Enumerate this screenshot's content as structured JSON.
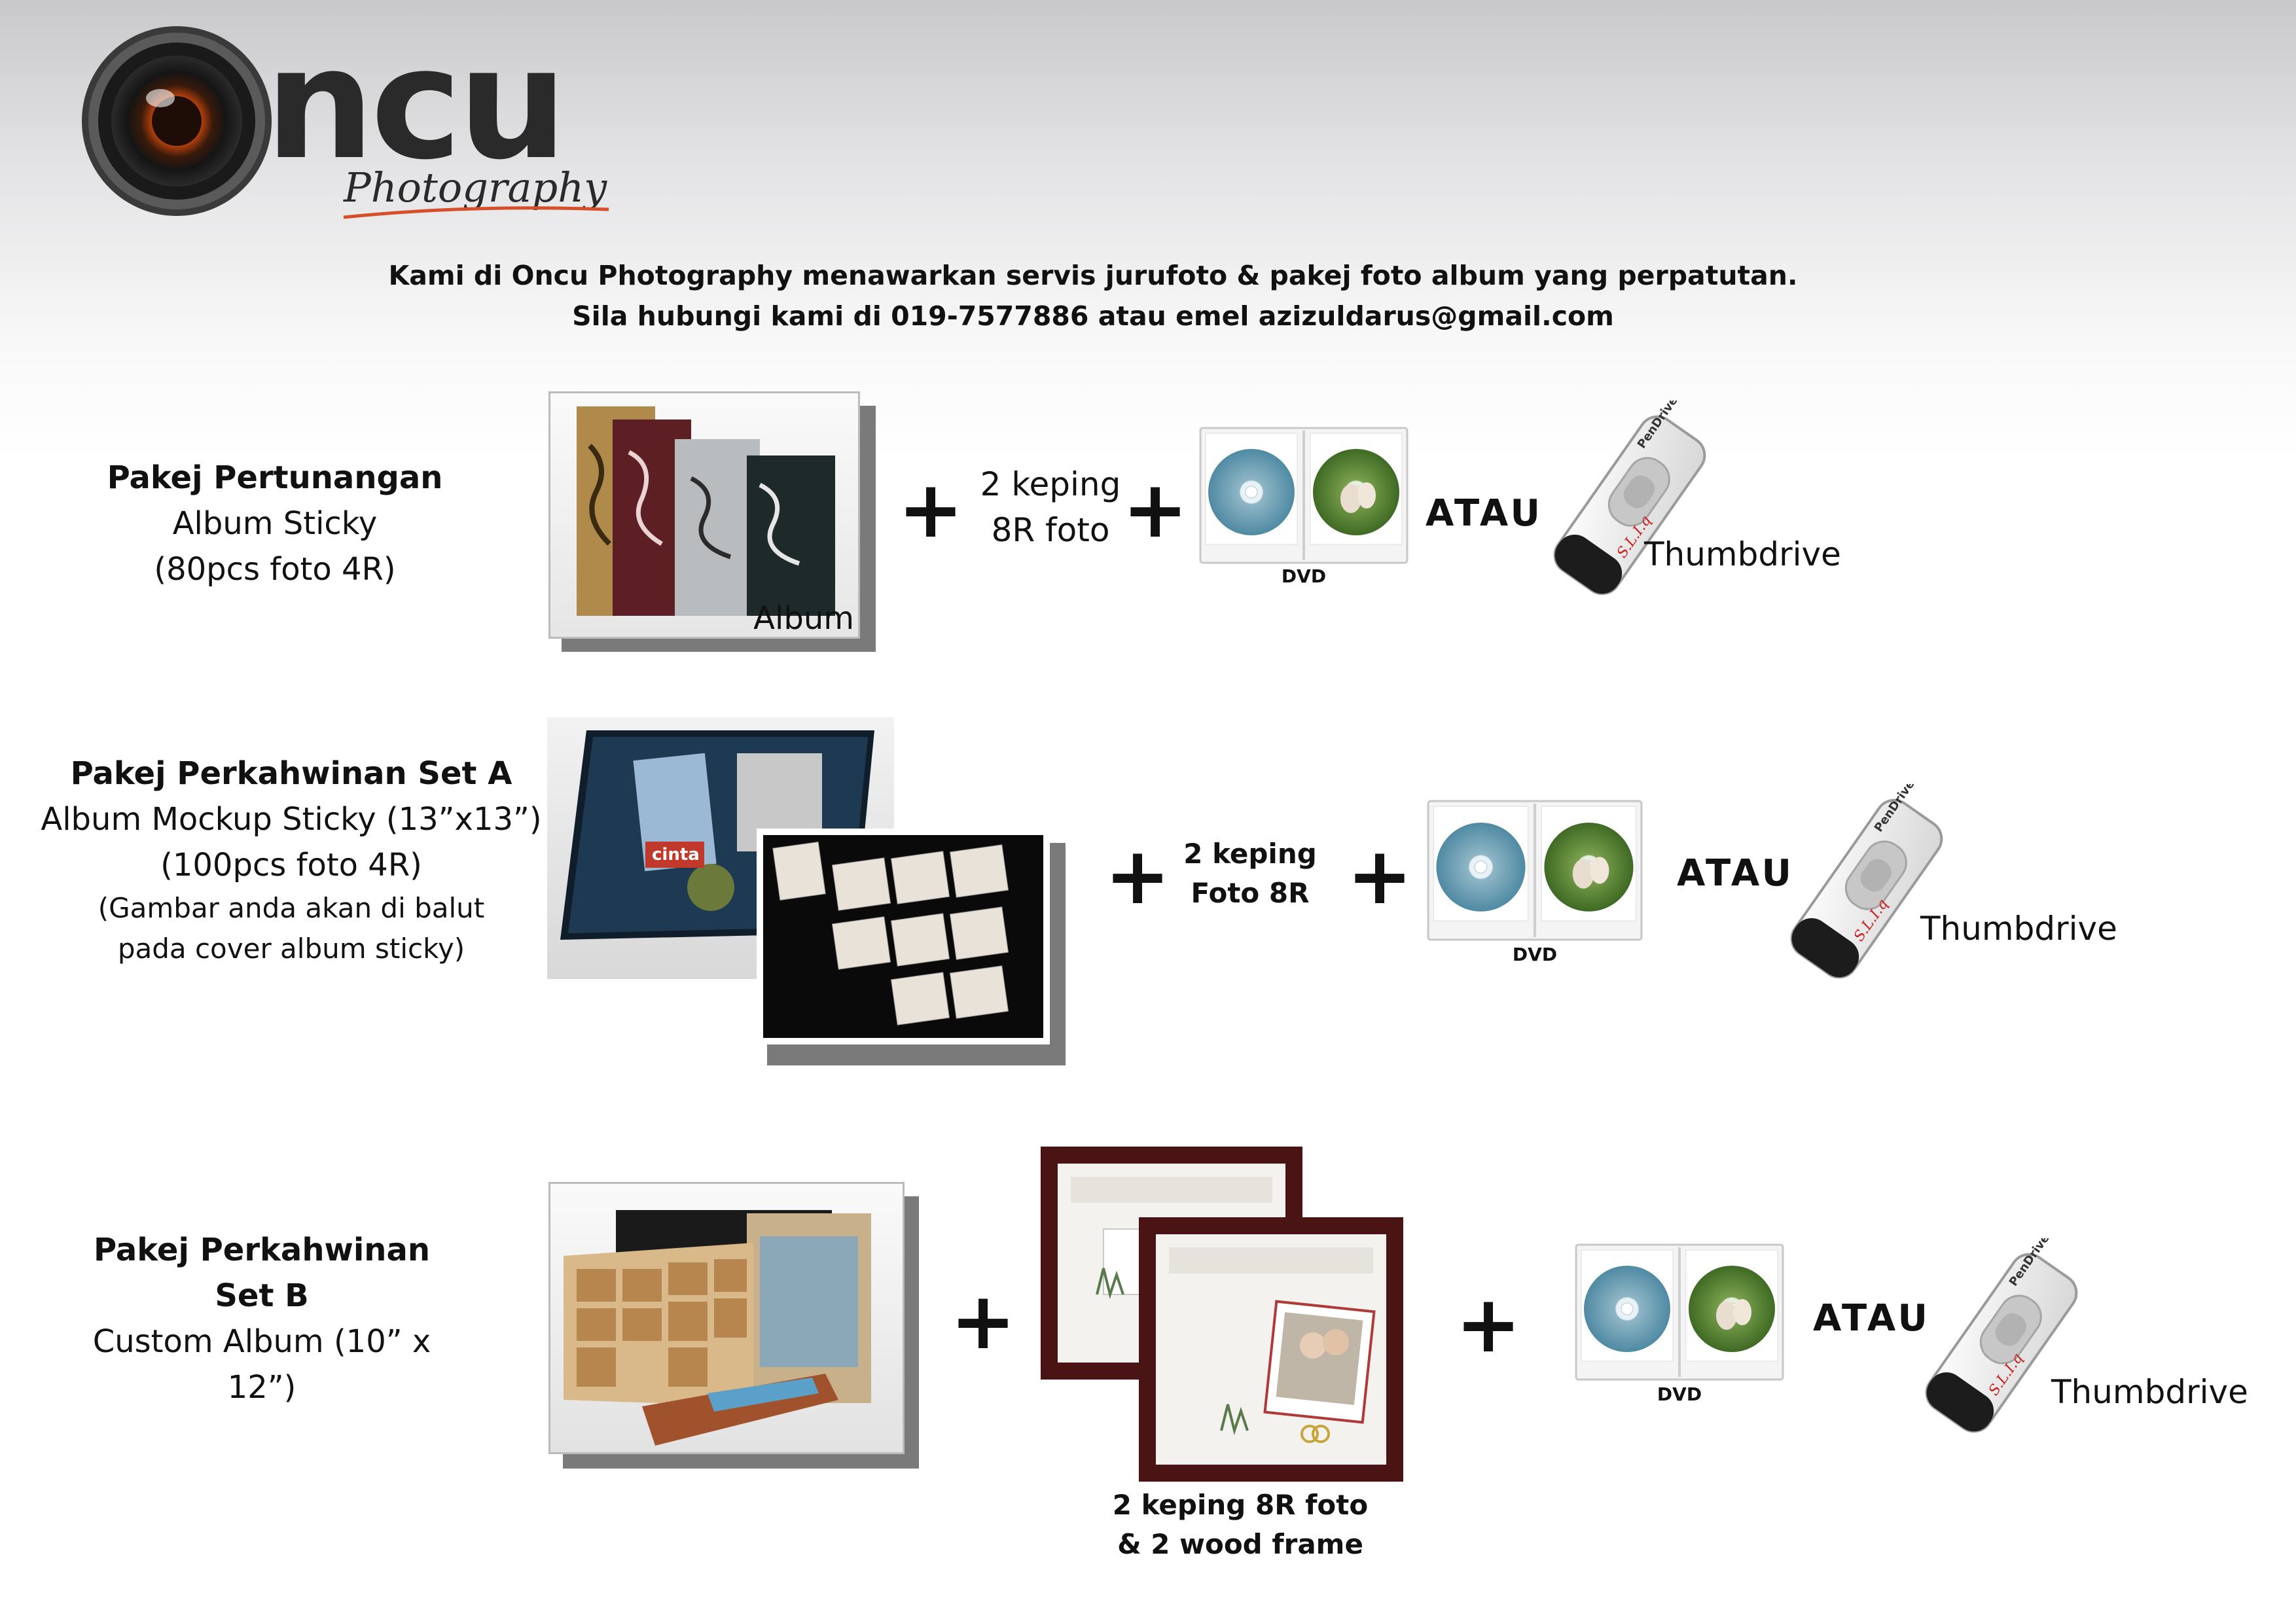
{
  "brand": {
    "name": "ncu",
    "tagline": "Photography",
    "accent": "#d5502a"
  },
  "intro": {
    "line1": "Kami di Oncu Photography menawarkan servis jurufoto & pakej foto album yang perpatutan.",
    "line2": "Sila hubungi kami di 019-7577886 atau emel azizuldarus@gmail.com"
  },
  "pkg1": {
    "title": "Pakej Pertunangan",
    "line2": "Album Sticky",
    "line3": "(80pcs foto 4R)",
    "album_label": "Album",
    "photos_line1": "2 keping",
    "photos_line2": "8R foto",
    "dvd_label": "DVD",
    "or_label": "ATAU",
    "thumb_label": "Thumbdrive"
  },
  "pkg2": {
    "title": "Pakej Perkahwinan Set A",
    "line2": "Album Mockup Sticky (13”x13”)",
    "line3": "(100pcs foto 4R)",
    "line4": "(Gambar anda akan di balut",
    "line5": "pada cover album sticky)",
    "cd_text": "cinta",
    "photos_line1": "2 keping",
    "photos_line2": "Foto 8R",
    "dvd_label": "DVD",
    "or_label": "ATAU",
    "thumb_label": "Thumbdrive"
  },
  "pkg3": {
    "title": "Pakej Perkahwinan Set B",
    "line2": "Custom Album (10” x 12”)",
    "frame_caption1": "2 keping 8R foto",
    "frame_caption2": "& 2 wood frame",
    "dvd_label": "DVD",
    "or_label": "ATAU",
    "thumb_label": "Thumbdrive"
  },
  "plus_sign": "+",
  "usb": {
    "brand": "PenDrive",
    "model": "S.L.I.q"
  },
  "icons": [
    "camera-lens-logo-icon",
    "album-icon",
    "dvd-case-icon",
    "usb-thumbdrive-icon",
    "wood-frame-icon"
  ]
}
